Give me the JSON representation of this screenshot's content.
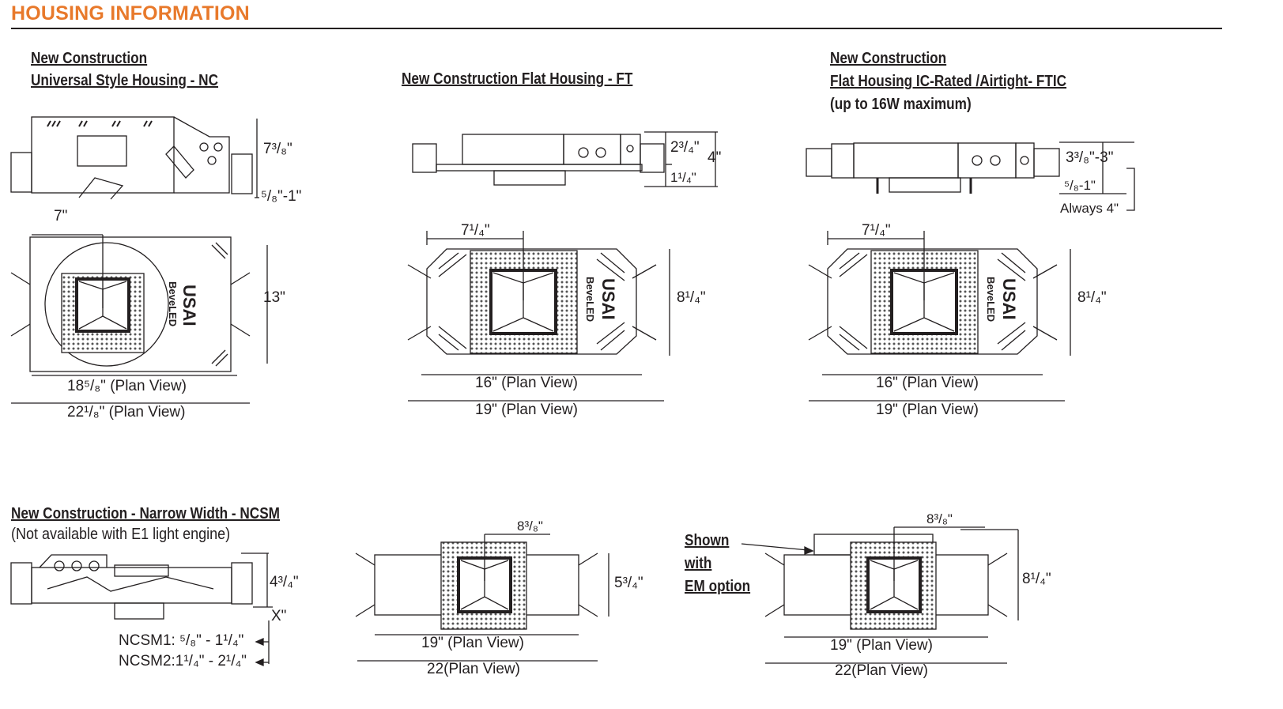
{
  "header": {
    "title": "HOUSING INFORMATION",
    "accent_color": "#e8792b"
  },
  "nc": {
    "title_line1": "New Construction",
    "title_line2": "Universal Style Housing - NC",
    "dim_height": "7³/₈\"",
    "dim_below": "⁵/₈\"-1\"",
    "dim_offset": "7\"",
    "dim_width": "13\"",
    "dim_inner_length": "18⁵/₈\" (Plan View)",
    "dim_outer_length": "22¹/₈\" (Plan View)",
    "logo": {
      "brand": "USAI",
      "product": "BeveLED"
    }
  },
  "ft": {
    "title": "New Construction Flat Housing - FT",
    "dim_upper": "2³/₄\"",
    "dim_total": "4\"",
    "dim_lower": "1¹/₄\"",
    "dim_offset": "7¹/₄\"",
    "dim_width": "8¹/₄\"",
    "dim_inner_length": "16\" (Plan View)",
    "dim_outer_length": "19\" (Plan View)",
    "logo": {
      "brand": "USAI",
      "product": "BeveLED"
    }
  },
  "ftic": {
    "title_line1": "New Construction",
    "title_line2": "Flat Housing IC-Rated /Airtight- FTIC",
    "note": "(up to 16W maximum)",
    "dim_upper": "3³/₈\"-3\"",
    "dim_lower": "⁵/₈-1\"",
    "dim_total": "Always 4\"",
    "dim_offset": "7¹/₄\"",
    "dim_width": "8¹/₄\"",
    "dim_inner_length": "16\" (Plan View)",
    "dim_outer_length": "19\" (Plan View)",
    "logo": {
      "brand": "USAI",
      "product": "BeveLED"
    }
  },
  "ncsm": {
    "title": "New Construction - Narrow Width - NCSM",
    "note": "(Not available with E1 light engine)",
    "dim_height": "4³/₄\"",
    "dim_x": "X\"",
    "ncsm1": "NCSM1: ⁵/₈\" - 1¹/₄\"",
    "ncsm2": "NCSM2:1¹/₄\" - 2¹/₄\"",
    "plan": {
      "dim_offset": "8³/₈\"",
      "dim_width": "5³/₄\"",
      "dim_inner_length": "19\" (Plan View)",
      "dim_outer_length": "22(Plan View)"
    }
  },
  "em": {
    "label_line1": "Shown",
    "label_line2": "with",
    "label_line3": "EM option",
    "dim_offset": "8³/₈\"",
    "dim_width": "8¹/₄\"",
    "dim_inner_length": "19\" (Plan View)",
    "dim_outer_length": "22(Plan View)"
  }
}
